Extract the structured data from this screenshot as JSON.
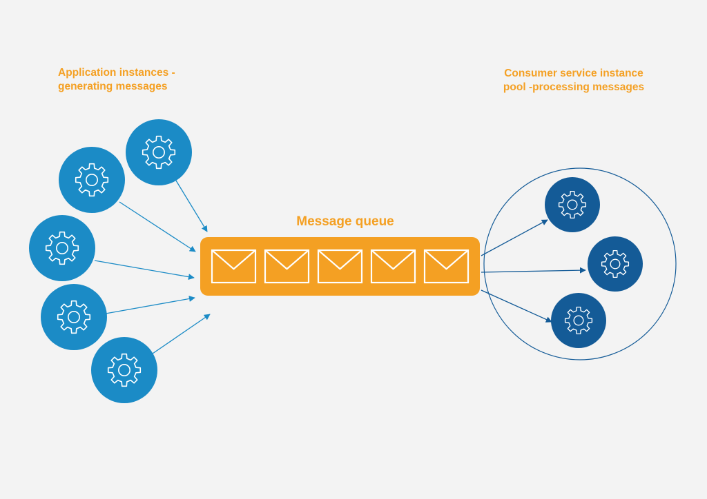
{
  "captions": {
    "producers": [
      "Application instances -",
      "generating messages"
    ],
    "consumers": [
      "Consumer service instance",
      "pool -processing messages"
    ],
    "queue": "Message queue"
  },
  "colors": {
    "background": "#f3f3f3",
    "producer_fill": "#1b8bc6",
    "consumer_fill": "#145b97",
    "queue_fill": "#f4a023",
    "arrow": "#1b8bc6",
    "pool_outline": "#145b97",
    "caption_text": "#f4a023"
  },
  "icons": {
    "producer": "gear-icon",
    "consumer": "gear-icon",
    "message": "envelope-icon"
  },
  "counts": {
    "producers": 5,
    "consumers": 3,
    "messages_in_queue": 5
  }
}
